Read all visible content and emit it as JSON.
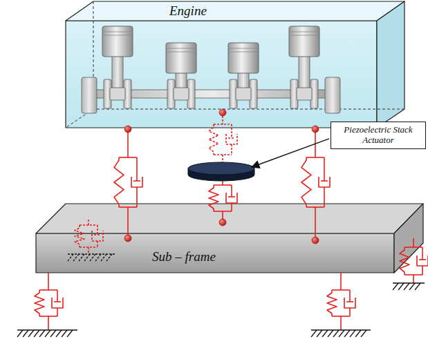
{
  "diagram": {
    "nodes": [
      {
        "text": [
          "Engine"
        ]
      },
      {
        "text": [
          "Sub – frame"
        ]
      },
      {
        "text": [
          "Piezoelectric Stack Actuator"
        ]
      }
    ]
  }
}
